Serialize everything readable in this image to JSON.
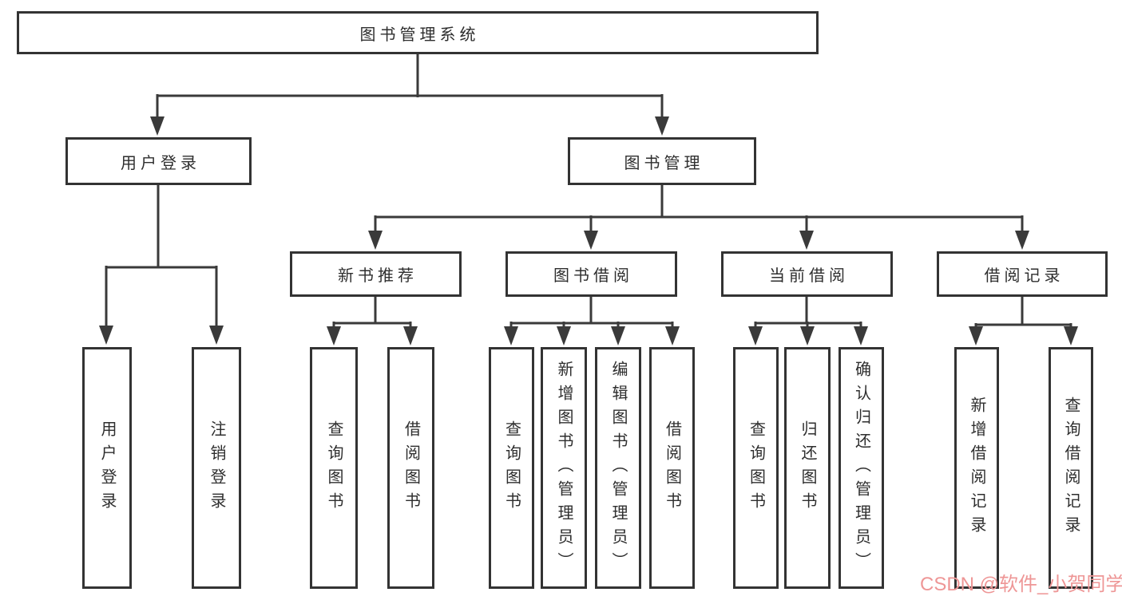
{
  "colors": {
    "line_color": "#3a3a3a",
    "border_color": "#333333",
    "text_color": "#2e2e2e",
    "watermark_color": "#ee9696"
  },
  "watermark": {
    "text": "CSDN @软件_小贺同学"
  },
  "tree": {
    "label": "图书管理系统",
    "children": [
      {
        "label": "用户登录",
        "children": [
          {
            "label": "用户登录"
          },
          {
            "label": "注销登录"
          }
        ]
      },
      {
        "label": "图书管理",
        "children": [
          {
            "label": "新书推荐",
            "children": [
              {
                "label": "查询图书"
              },
              {
                "label": "借阅图书"
              }
            ]
          },
          {
            "label": "图书借阅",
            "children": [
              {
                "label": "查询图书"
              },
              {
                "label": "新增图书（管理员）"
              },
              {
                "label": "编辑图书（管理员）"
              },
              {
                "label": "借阅图书"
              }
            ]
          },
          {
            "label": "当前借阅",
            "children": [
              {
                "label": "查询图书"
              },
              {
                "label": "归还图书"
              },
              {
                "label": "确认归还（管理员）"
              }
            ]
          },
          {
            "label": "借阅记录",
            "children": [
              {
                "label": "新增借阅记录"
              },
              {
                "label": "查询借阅记录"
              }
            ]
          }
        ]
      }
    ]
  }
}
